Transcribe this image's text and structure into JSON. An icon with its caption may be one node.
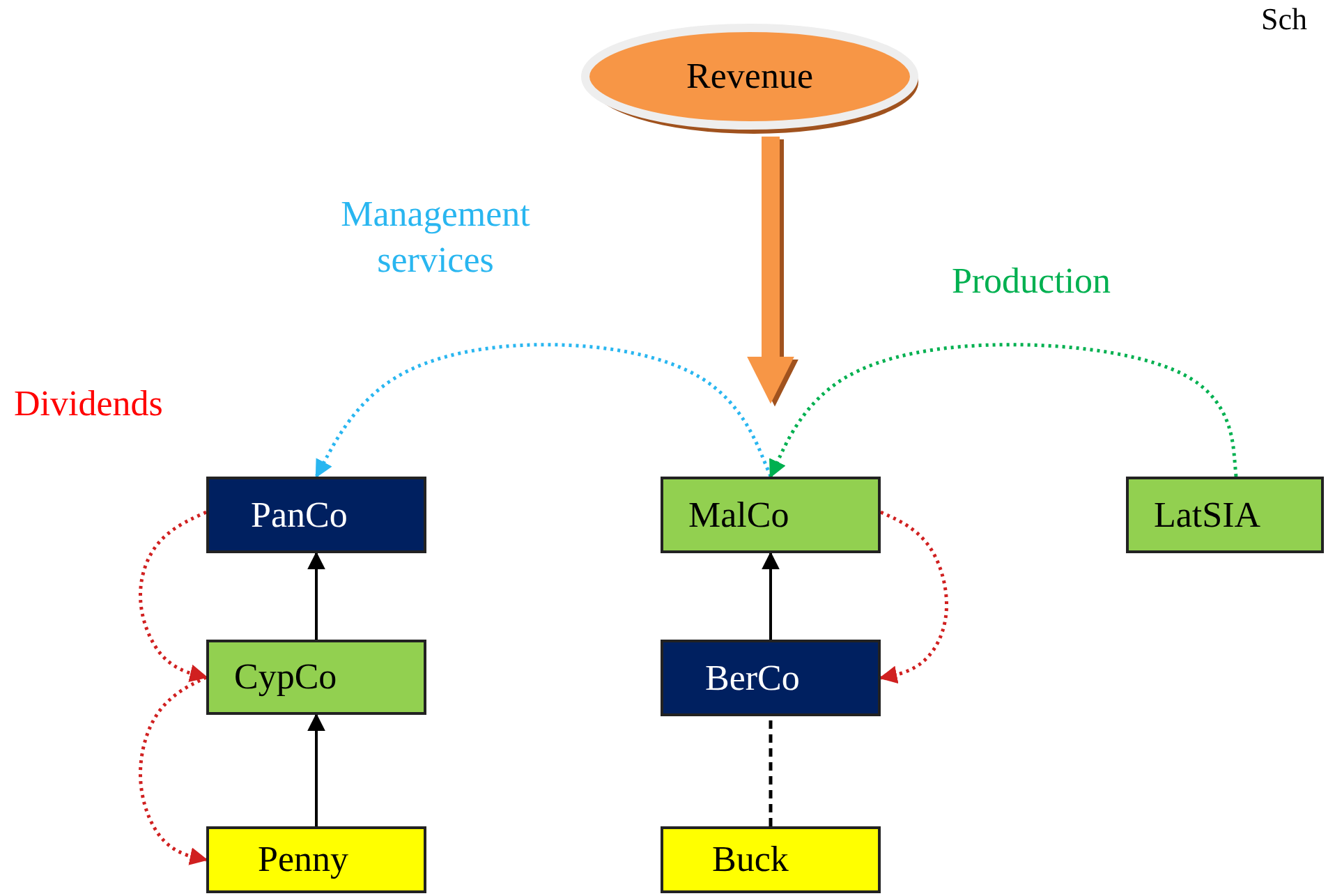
{
  "diagram": {
    "nodes": [
      {
        "text": [
          "Revenue"
        ]
      },
      {
        "text": [
          "PanCo"
        ]
      },
      {
        "text": [
          "MalCo"
        ]
      },
      {
        "text": [
          "LatSIA"
        ]
      },
      {
        "text": [
          "CypCo"
        ]
      },
      {
        "text": [
          "BerCo"
        ]
      },
      {
        "text": [
          "Penny"
        ]
      },
      {
        "text": [
          "Buck"
        ]
      }
    ],
    "edges": [
      {
        "from": 0,
        "to": 2,
        "arrow": "to",
        "style": "thick",
        "color": "#f79646"
      },
      {
        "from": 2,
        "to": 1,
        "arrow": "to",
        "label": "Management services",
        "style": "dashed",
        "color": "#29b6f0"
      },
      {
        "from": 3,
        "to": 2,
        "arrow": "to",
        "label": "Production",
        "style": "dashed",
        "color": "#00b050"
      },
      {
        "from": 1,
        "to": 4,
        "arrow": "to",
        "style": "dashed",
        "color": "#d02020"
      },
      {
        "from": 4,
        "to": 6,
        "arrow": "to",
        "style": "dashed",
        "color": "#d02020"
      },
      {
        "from": 2,
        "to": 5,
        "arrow": "to",
        "style": "dashed",
        "color": "#d02020"
      },
      {
        "from": 4,
        "to": 1,
        "arrow": "to"
      },
      {
        "from": 6,
        "to": 4,
        "arrow": "to"
      },
      {
        "from": 5,
        "to": 2,
        "arrow": "to"
      },
      {
        "from": 7,
        "to": 5,
        "arrow": "none",
        "style": "dashed"
      }
    ],
    "labels": [
      "Dividends",
      "Sch"
    ]
  }
}
